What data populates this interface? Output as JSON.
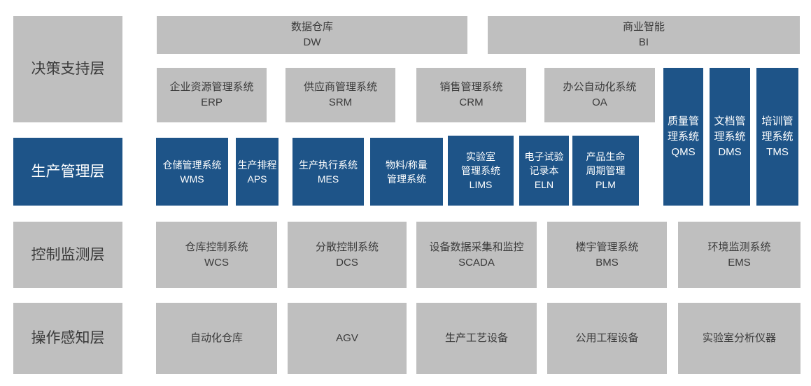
{
  "colors": {
    "box_gray": "#BFBFBF",
    "box_blue": "#1E5488",
    "text_dark": "#3A3A3A",
    "text_light": "#FFFFFF",
    "background": "#FFFFFF"
  },
  "layers": {
    "decision": "决策支持层",
    "production": "生产管理层",
    "control": "控制监测层",
    "operation": "操作感知层"
  },
  "boxes": {
    "dw": {
      "lines": [
        "数据仓库",
        "DW"
      ]
    },
    "bi": {
      "lines": [
        "商业智能",
        "BI"
      ]
    },
    "erp": {
      "lines": [
        "企业资源管理系统",
        "ERP"
      ]
    },
    "srm": {
      "lines": [
        "供应商管理系统",
        "SRM"
      ]
    },
    "crm": {
      "lines": [
        "销售管理系统",
        "CRM"
      ]
    },
    "oa": {
      "lines": [
        "办公自动化系统",
        "OA"
      ]
    },
    "qms": {
      "lines": [
        "质量管理系统",
        "QMS"
      ]
    },
    "dms": {
      "lines": [
        "文档管理系统",
        "DMS"
      ]
    },
    "tms": {
      "lines": [
        "培训管理系统",
        "TMS"
      ]
    },
    "wms": {
      "lines": [
        "仓储管理系统",
        "WMS"
      ]
    },
    "aps": {
      "lines": [
        "生产排程",
        "APS"
      ]
    },
    "mes": {
      "lines": [
        "生产执行系统",
        "MES"
      ]
    },
    "material": {
      "lines": [
        "物料/称量",
        "管理系统"
      ]
    },
    "lims": {
      "lines": [
        "实验室",
        "管理系统",
        "LIMS"
      ]
    },
    "eln": {
      "lines": [
        "电子试验",
        "记录本",
        "ELN"
      ]
    },
    "plm": {
      "lines": [
        "产品生命",
        "周期管理",
        "PLM"
      ]
    },
    "wcs": {
      "lines": [
        "仓库控制系统",
        "WCS"
      ]
    },
    "dcs": {
      "lines": [
        "分散控制系统",
        "DCS"
      ]
    },
    "scada": {
      "lines": [
        "设备数据采集和监控",
        "SCADA"
      ]
    },
    "bms": {
      "lines": [
        "楼宇管理系统",
        "BMS"
      ]
    },
    "ems": {
      "lines": [
        "环境监测系统",
        "EMS"
      ]
    },
    "auto_warehouse": {
      "lines": [
        "自动化仓库"
      ]
    },
    "agv": {
      "lines": [
        "AGV"
      ]
    },
    "process_equipment": {
      "lines": [
        "生产工艺设备"
      ]
    },
    "utility_equipment": {
      "lines": [
        "公用工程设备"
      ]
    },
    "lab_instruments": {
      "lines": [
        "实验室分析仪器"
      ]
    }
  }
}
